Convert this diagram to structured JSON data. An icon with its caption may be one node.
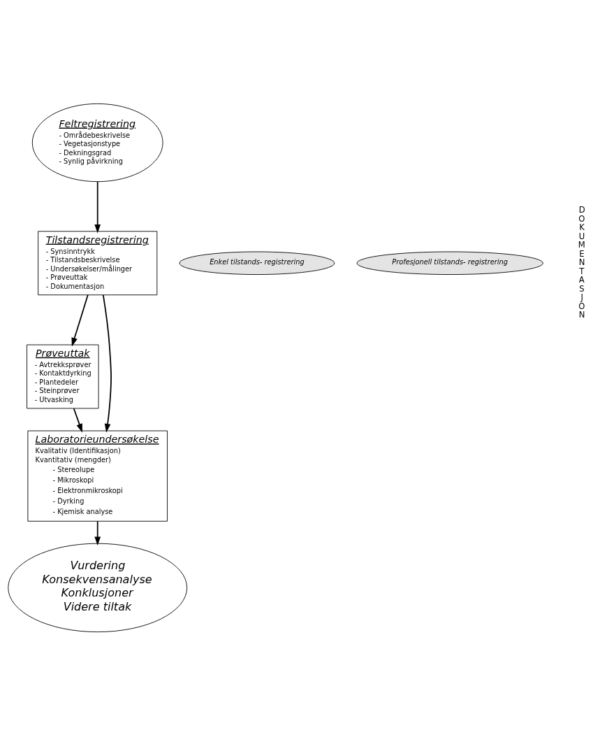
{
  "diagram": {
    "nodes": [
      {
        "text": [
          "Feltregistrering",
          "- Områdebeskrivelse",
          "- Vegetasjonstype",
          "- Dekningsgrad",
          "- Synlig påvirkning"
        ]
      },
      {
        "text": [
          "Enkel tilstands- registrering"
        ]
      },
      {
        "text": [
          "Tilstandsregistrering",
          "- Synsinntrykk",
          "- Tilstandsbeskrivelse",
          "- Undersøkelser/målinger",
          "- Prøveuttak",
          "- Dokumentasjon"
        ]
      },
      {
        "text": [
          "Profesjonell tilstands- registrering"
        ]
      },
      {
        "text": [
          "Prøveuttak",
          "- Avtrekksprøver",
          "- Kontaktdyrking",
          "- Plantedeler",
          "- Steinprøver",
          "- Utvasking"
        ]
      },
      {
        "text": [
          "Laboratorieundersøkelse",
          "Kvalitativ (Identifikasjon)",
          "Kvantitativ (mengder)",
          "- Stereolupe",
          "- Mikroskopi",
          "- Elektronmikroskopi",
          "- Dyrking",
          "- Kjemisk analyse"
        ]
      },
      {
        "text": [
          "Vurdering",
          "Konsekvensanalyse",
          "Konklusjoner",
          "Videre tiltak"
        ]
      }
    ],
    "edges": [
      {
        "from": 0,
        "to": 2,
        "arrow": "to"
      },
      {
        "from": 2,
        "to": 4,
        "arrow": "to"
      },
      {
        "from": 2,
        "to": 5,
        "arrow": "to"
      },
      {
        "from": 4,
        "to": 5,
        "arrow": "to"
      },
      {
        "from": 5,
        "to": 6,
        "arrow": "to"
      }
    ],
    "labels": [
      "DOKUMENTASJON"
    ]
  }
}
